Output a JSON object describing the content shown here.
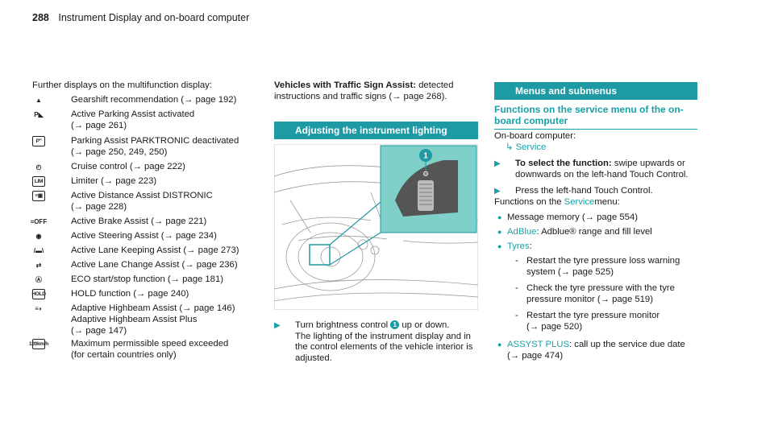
{
  "header": {
    "page_number": "288",
    "title": "Instrument Display and on-board computer"
  },
  "col1": {
    "intro": "Further displays on the multifunction display:",
    "items": [
      {
        "icon": "gear-icon",
        "glyph": "▲",
        "lines": [
          "Gearshift recommendation (→ page 192)"
        ]
      },
      {
        "icon": "parking-assist-icon",
        "glyph": "P◣",
        "lines": [
          "Active Parking Assist activated",
          "(→ page 261)"
        ]
      },
      {
        "icon": "parktronic-off-icon",
        "glyph": "P″",
        "lines": [
          "Parking Assist PARKTRONIC deactivated",
          "(→ page 250, 249, 250)"
        ]
      },
      {
        "icon": "cruise-control-icon",
        "glyph": "◴",
        "lines": [
          "Cruise control (→ page 222)"
        ]
      },
      {
        "icon": "limiter-icon",
        "glyph": "LIM",
        "lines": [
          "Limiter (→ page 223)"
        ]
      },
      {
        "icon": "distronic-icon",
        "glyph": "≡▣",
        "lines": [
          "Active Distance Assist DISTRONIC",
          "(→ page 228)"
        ]
      },
      {
        "icon": "brake-assist-off-icon",
        "glyph": "≈OFF",
        "lines": [
          "Active Brake Assist (→ page 221)"
        ]
      },
      {
        "icon": "steering-assist-icon",
        "glyph": "◉",
        "lines": [
          "Active Steering Assist (→ page 234)"
        ]
      },
      {
        "icon": "lane-keeping-icon",
        "glyph": "/▬\\",
        "lines": [
          "Active Lane Keeping Assist (→ page 273)"
        ]
      },
      {
        "icon": "lane-change-icon",
        "glyph": "⇄",
        "lines": [
          "Active Lane Change Assist (→ page 236)"
        ]
      },
      {
        "icon": "eco-start-stop-icon",
        "glyph": "Ⓐ",
        "lines": [
          "ECO start/stop function (→ page 181)"
        ]
      },
      {
        "icon": "hold-icon",
        "glyph": "HOLD",
        "lines": [
          "HOLD function (→ page 240)"
        ]
      },
      {
        "icon": "highbeam-assist-icon",
        "glyph": "≡◗",
        "lines": [
          "Adaptive Highbeam Assist (→ page 146)"
        ]
      },
      {
        "icon": "",
        "glyph": "",
        "lines": [
          "Adaptive Highbeam Assist Plus",
          "(→ page 147)"
        ]
      },
      {
        "icon": "speed-limit-exceeded-icon",
        "glyph": "120km/h",
        "lines": [
          "Maximum permissible speed exceeded",
          "(for certain countries only)"
        ]
      }
    ]
  },
  "col2": {
    "tsa_label": "Vehicles with Traffic Sign Assist:",
    "tsa_text": " detected",
    "tsa_line2": "instructions and traffic signs (→ page 268).",
    "section_title": "Adjusting the instrument lighting",
    "callout": "1",
    "step_l1a": "Turn brightness control ",
    "step_l1b": " up or down.",
    "step_l2": "The lighting of the instrument display and in",
    "step_l3": "the control elements of the vehicle interior is",
    "step_l4": "adjusted."
  },
  "col3": {
    "section_title": "Menus and submenus",
    "subheading_l1": "Functions on the service menu of the on-",
    "subheading_l2": "board computer",
    "path_label": "On-board computer:",
    "path_item": "Service",
    "step1_bold": "To select the function:",
    "step1_text": " swipe upwards or",
    "step1_l2": "downwards on the left-hand Touch Control.",
    "step2": "Press the left-hand Touch Control.",
    "functions_a": "Functions on the ",
    "functions_link": "Service",
    "functions_b": "menu:",
    "bullets": {
      "message": "Message memory (→ page 554)",
      "adblue_link": "AdBlue",
      "adblue_text": ": Adblue® range and fill level",
      "tyres_link": "Tyres",
      "tyres_colon": ":",
      "tyres_sub1_l1": "Restart the tyre pressure loss warning",
      "tyres_sub1_l2": "system (→ page 525)",
      "tyres_sub2_l1": "Check the tyre pressure with the tyre",
      "tyres_sub2_l2": "pressure monitor (→ page 519)",
      "tyres_sub3_l1": "Restart the tyre pressure monitor",
      "tyres_sub3_l2": "(→ page 520)",
      "assyst_link": "ASSYST PLUS",
      "assyst_text": ": call up the service due date",
      "assyst_l2": "(→ page 474)"
    }
  },
  "colors": {
    "accent": "#1d9aa3",
    "link": "#19a0a6",
    "inset": "#7fd0c9"
  }
}
